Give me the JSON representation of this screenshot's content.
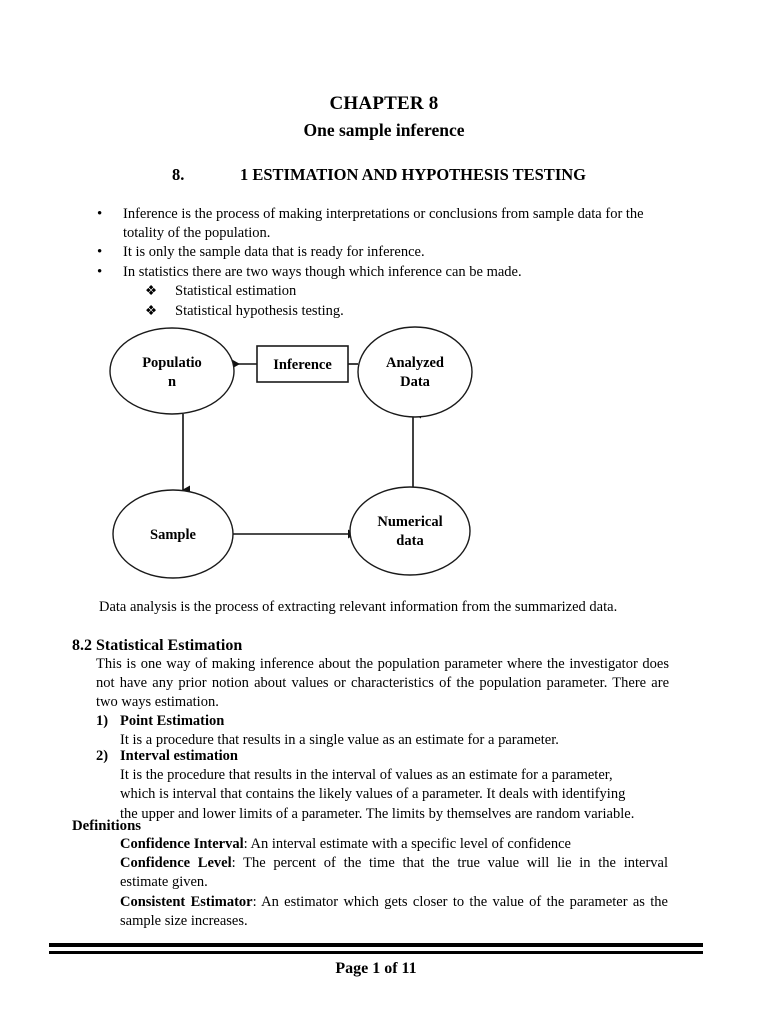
{
  "document": {
    "chapter_title": "CHAPTER 8",
    "chapter_subtitle": "One sample inference",
    "section_number": "8.",
    "section_title": "1 ESTIMATION AND HYPOTHESIS TESTING"
  },
  "bullets": {
    "marker": "•",
    "sub_marker": "❖",
    "items": [
      "Inference is the process of making interpretations or conclusions from sample data for the totality of the population.",
      "It is only the sample data that is ready for inference.",
      "In statistics there are two ways though which inference can be made."
    ],
    "sub_items": [
      "Statistical estimation",
      "Statistical hypothesis testing."
    ]
  },
  "diagram": {
    "nodes": {
      "population_line1": "Populatio",
      "population_line2": "n",
      "analyzed_line1": "Analyzed",
      "analyzed_line2": "Data",
      "sample": "Sample",
      "numerical_line1": "Numerical",
      "numerical_line2": "data"
    },
    "box_label": "Inference",
    "stroke_color": "#1a1a1a"
  },
  "caption": "Data analysis is the process of extracting relevant information from the summarized data.",
  "estimation": {
    "heading": "8.2 Statistical Estimation",
    "intro_line1": "This is one way of making inference about the population parameter where the investigator",
    "intro_line2": "does not have any prior notion about values or characteristics of the population parameter.",
    "intro_line3": "There are two ways estimation.",
    "items": [
      {
        "number": "1)",
        "label": "Point Estimation",
        "body_line1": "It is a procedure that results in a single value as an estimate for a parameter."
      },
      {
        "number": "2)",
        "label": "Interval estimation",
        "body_line1": "It is the procedure that results in the interval of values as an estimate for a parameter,",
        "body_line2": "which is interval that contains the likely values of a parameter. It deals with identifying",
        "body_line3": "the upper and lower limits of a parameter. The limits by themselves are random variable."
      }
    ]
  },
  "definitions": {
    "heading": "Definitions",
    "entries": [
      {
        "term": "Confidence Interval",
        "sep": ": ",
        "text_line1": "An interval estimate with a specific level of confidence",
        "text_line2": "",
        "text_line3": ""
      },
      {
        "term": "Confidence Level",
        "sep": ": ",
        "text_line1": "The percent of the time that the true value will lie in the interval",
        "text_line2": "estimate given.",
        "text_line3": ""
      },
      {
        "term": "Consistent Estimator",
        "sep": ": ",
        "text_line1": "An estimator which gets closer to the value of the parameter as the",
        "text_line2": "sample size increases.",
        "text_line3": ""
      }
    ]
  },
  "footer": {
    "page_text": "Page 1 of 11"
  }
}
